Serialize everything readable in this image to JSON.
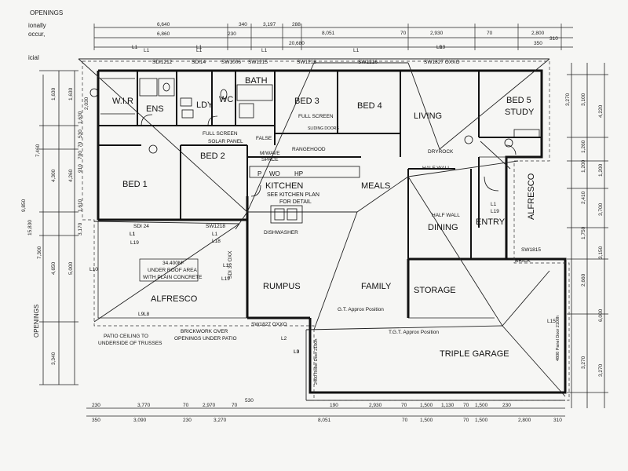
{
  "header": {
    "openings_label": "OPENINGS",
    "left_margin_notes": [
      "ionally",
      "occur,",
      "icial"
    ]
  },
  "rooms": {
    "wir": "W.I.R",
    "ens": "ENS",
    "ldy": "LDY",
    "wc": "WC",
    "bath": "BATH",
    "bed3": "BED 3",
    "bed4": "BED 4",
    "living": "LIVING",
    "bed5": "BED 5",
    "study": "STUDY",
    "bed2": "BED 2",
    "bed1": "BED 1",
    "kitchen": "KITCHEN",
    "kitchen_note1": "SEE KITCHEN PLAN",
    "kitchen_note2": "FOR DETAIL",
    "meals": "MEALS",
    "dining": "DINING",
    "entry": "ENTRY",
    "alfresco_side": "ALFRESCO",
    "alfresco": "ALFRESCO",
    "rumpus": "RUMPUS",
    "family": "FAMILY",
    "storage": "STORAGE",
    "triple_garage": "TRIPLE GARAGE"
  },
  "notes": {
    "full_screen": "FULL SCREEN",
    "full_screen_ldy": "FULL SCREEN",
    "solar_panel": "SOLAR PANEL",
    "false": "FALSE",
    "mwave": "M/WAVE",
    "space": "SPACE",
    "rangehood": "RANGEHOOD",
    "dishwasher": "DISHWASHER",
    "half_wall": "HALF WALL",
    "half_wall_2": "HALF WALL",
    "dryrock": "DRYROCK",
    "sliding_doors": "SLIDING DOORS",
    "under_roof": "34.400M²",
    "under_roof_2": "UNDER ROOF AREA",
    "under_roof_3": "WITH PLAIN CONCRETE",
    "patio_ceiling": "PATIO CEILING TO",
    "patio_ceiling_2": "UNDERSIDE OF TRUSSES",
    "brickwork_over": "BRICKWORK OVER",
    "brickwork_over_2": "OPENINGS UNDER PATIO",
    "gt_approx": "G.T. Approx Position",
    "tgt_approx": "T.G.T. Approx Position",
    "roller_door": "2400 Roller Door 2100h",
    "panel_door": "4800 Panel Door 2100h",
    "brick": "BRICK",
    "sw1827_bottom": "SW1827 OXXO",
    "sw1827_top": "SW1827 OXXO",
    "sw1218_top": "SW1218",
    "sw1216_top": "SW1216",
    "sw1218_mid": "SW1218",
    "sw1815": "SW1815",
    "sdi1212": "SDI1212",
    "sdi24": "SDI 24",
    "sdi14": "SDI14",
    "sw1006": "SW1006",
    "sw1215": "SW1215",
    "sdi36": "SDI 36 OXX",
    "p": "P",
    "wo": "WO",
    "hp": "HP",
    "l_labels": [
      "L1",
      "L1",
      "L1",
      "L1",
      "L9",
      "L1",
      "L18",
      "L1",
      "L19",
      "L10",
      "L9",
      "L19",
      "L15",
      "L2",
      "L9",
      "L9",
      "L8",
      "L19",
      "L1"
    ]
  },
  "dims": {
    "top_row1": [
      "6,640",
      "340",
      "3,197",
      "288",
      "8,051",
      "70",
      "2,930",
      "70",
      "2,800"
    ],
    "top_row2": [
      "6,860",
      "230",
      "20,680",
      "350",
      "310"
    ],
    "top_row3": [
      "L1",
      "L1",
      "L1",
      "L1",
      "L9"
    ],
    "bottom_row1": [
      "230",
      "3,770",
      "70",
      "2,970",
      "70",
      "530",
      "2,930",
      "70",
      "1,500",
      "1,130",
      "70",
      "1,500",
      "230"
    ],
    "bottom_row2": [
      "350",
      "3,090",
      "230",
      "3,270",
      "8,051",
      "190",
      "70",
      "1,500",
      "70",
      "1,500",
      "2,800",
      "310"
    ],
    "left_col": [
      "1,630",
      "1,630",
      "2,030",
      "1,630",
      "530",
      "70",
      "4,260",
      "700",
      "910",
      "4,300",
      "7,460",
      "1,610",
      "9,850",
      "15,830",
      "3,170",
      "5,000",
      "4,650",
      "7,300",
      "3,340"
    ],
    "right_col": [
      "3,270",
      "3,100",
      "4,220",
      "1,260",
      "1,200",
      "1,200",
      "2,410",
      "3,700",
      "1,750",
      "3,150",
      "2,660",
      "6,000",
      "3,270",
      "3,270"
    ]
  }
}
